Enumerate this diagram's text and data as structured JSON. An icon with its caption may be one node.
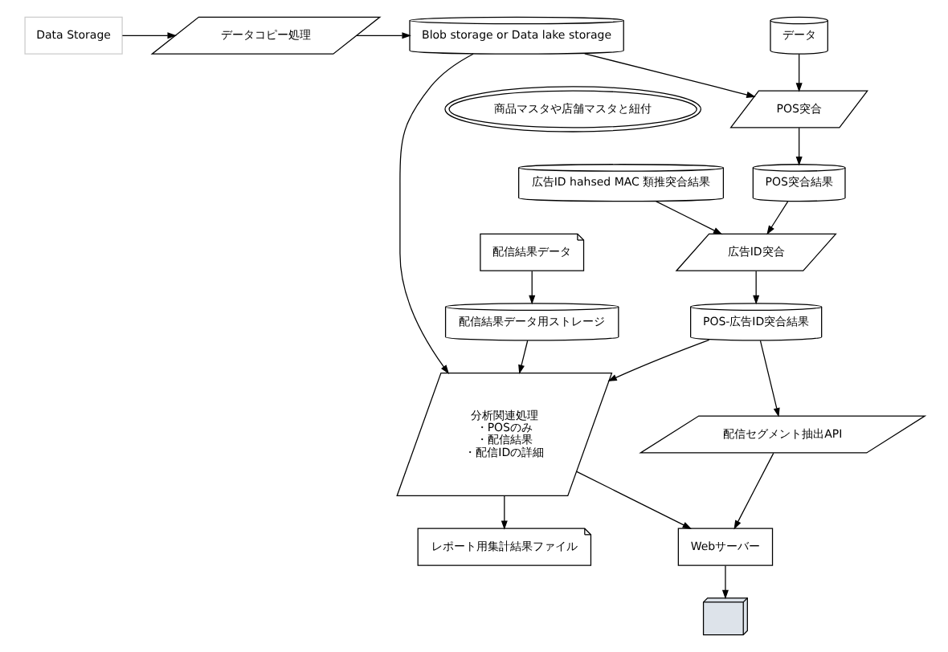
{
  "diagram": {
    "nodes": [
      {
        "text": [
          "Data Storage"
        ]
      },
      {
        "text": [
          "データコピー処理"
        ]
      },
      {
        "text": [
          "Blob storage or Data lake storage"
        ]
      },
      {
        "text": [
          "データ"
        ]
      },
      {
        "text": [
          "配信結果データ用ストレージ"
        ]
      },
      {
        "text": [
          "配信結果データ"
        ]
      },
      {
        "text": [
          "レポート用集計結果ファイル"
        ]
      },
      {
        "text": [
          "分析関連処理",
          "・POSのみ",
          "・配信結果",
          "・配信IDの詳細"
        ]
      },
      {
        "text": [
          "Webサーバー"
        ]
      },
      {
        "text": [],
        "shape": "computer"
      },
      {
        "text": [
          "商品マスタや店舗マスタと紐付"
        ]
      },
      {
        "text": [
          "POS突合"
        ]
      },
      {
        "text": [
          "POS突合結果"
        ]
      },
      {
        "text": [
          "配信セグメント抽出API"
        ]
      },
      {
        "text": [
          "POS-広告ID突合結果"
        ]
      },
      {
        "text": [
          "広告ID突合"
        ]
      },
      {
        "text": [
          "広告ID hahsed MAC 類推突合結果"
        ]
      }
    ],
    "edges": [
      {
        "from": 0,
        "to": 1,
        "arrow": "to"
      },
      {
        "from": 1,
        "to": 2,
        "arrow": "to"
      },
      {
        "from": 5,
        "to": 4,
        "arrow": "to"
      },
      {
        "from": 4,
        "to": 7,
        "arrow": "to"
      },
      {
        "from": 2,
        "to": 7,
        "arrow": "to"
      },
      {
        "from": 2,
        "to": 11,
        "arrow": "to"
      },
      {
        "from": 3,
        "to": 11,
        "arrow": "to"
      },
      {
        "from": 7,
        "to": 6,
        "arrow": "to"
      },
      {
        "from": 7,
        "to": 8,
        "arrow": "to"
      },
      {
        "from": 8,
        "to": 9,
        "arrow": "to"
      },
      {
        "from": 11,
        "to": 12,
        "arrow": "to"
      },
      {
        "from": 12,
        "to": 15,
        "arrow": "to"
      },
      {
        "from": 16,
        "to": 15,
        "arrow": "to"
      },
      {
        "from": 15,
        "to": 14,
        "arrow": "to"
      },
      {
        "from": 14,
        "to": 13,
        "arrow": "to"
      },
      {
        "from": 14,
        "to": 7,
        "arrow": "to"
      },
      {
        "from": 13,
        "to": 8,
        "arrow": "to"
      }
    ]
  }
}
